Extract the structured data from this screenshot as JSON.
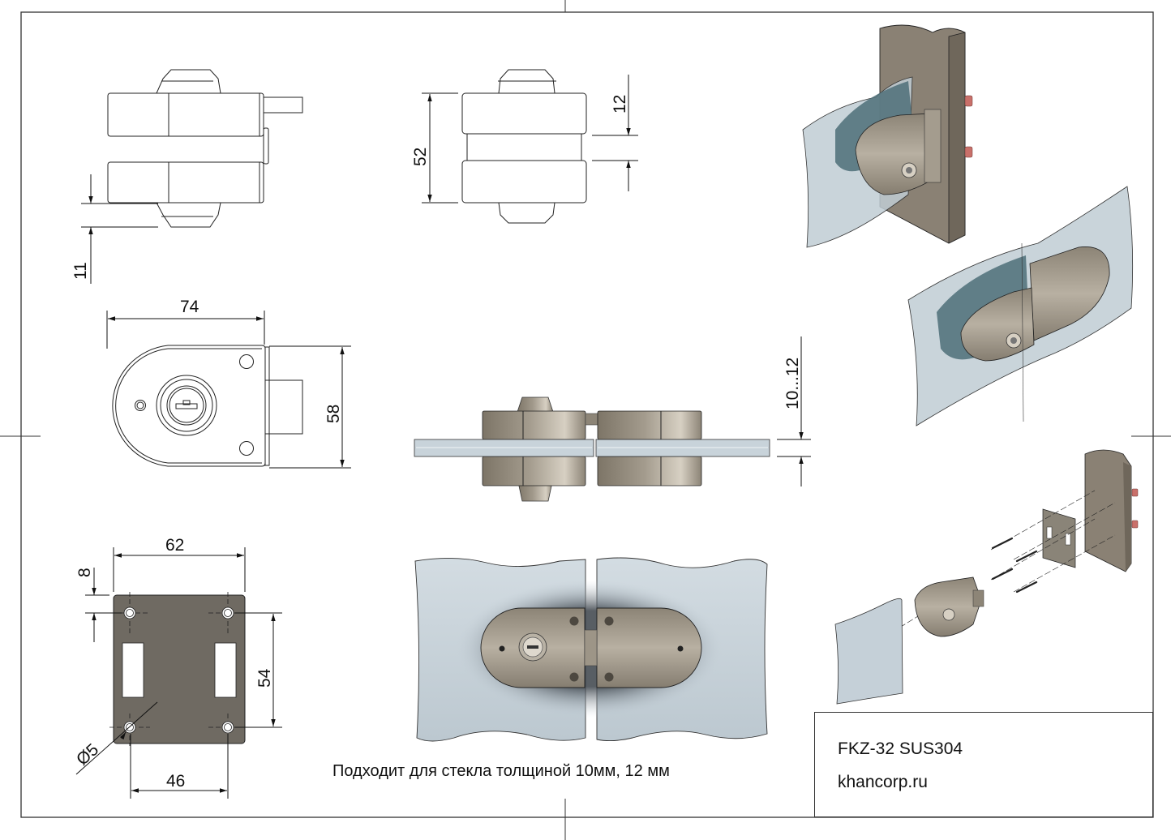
{
  "sheet": {
    "note": "Подходит для стекла толщиной 10мм, 12 мм",
    "title_block": {
      "model": "FKZ-32 SUS304",
      "website": "khancorp.ru"
    }
  },
  "dimensions": {
    "side_view_offset": "11",
    "front_height": "52",
    "front_gap": "12",
    "face_width": "74",
    "face_height": "58",
    "glass_thickness": "10...12",
    "plate_width": "62",
    "plate_hole_edge": "8",
    "plate_hole_vertical": "54",
    "plate_hole_diameter": "Ø5",
    "plate_hole_horizontal": "46"
  },
  "colors": {
    "line": "#222222",
    "metal": "#a59d8f",
    "metal_dark": "#7a7264",
    "plate": "#6f6a62",
    "wood": "#8a8174",
    "glass": "#c5d0d8",
    "glass_edge": "#5d7c86",
    "screw_red": "#c9706a"
  }
}
